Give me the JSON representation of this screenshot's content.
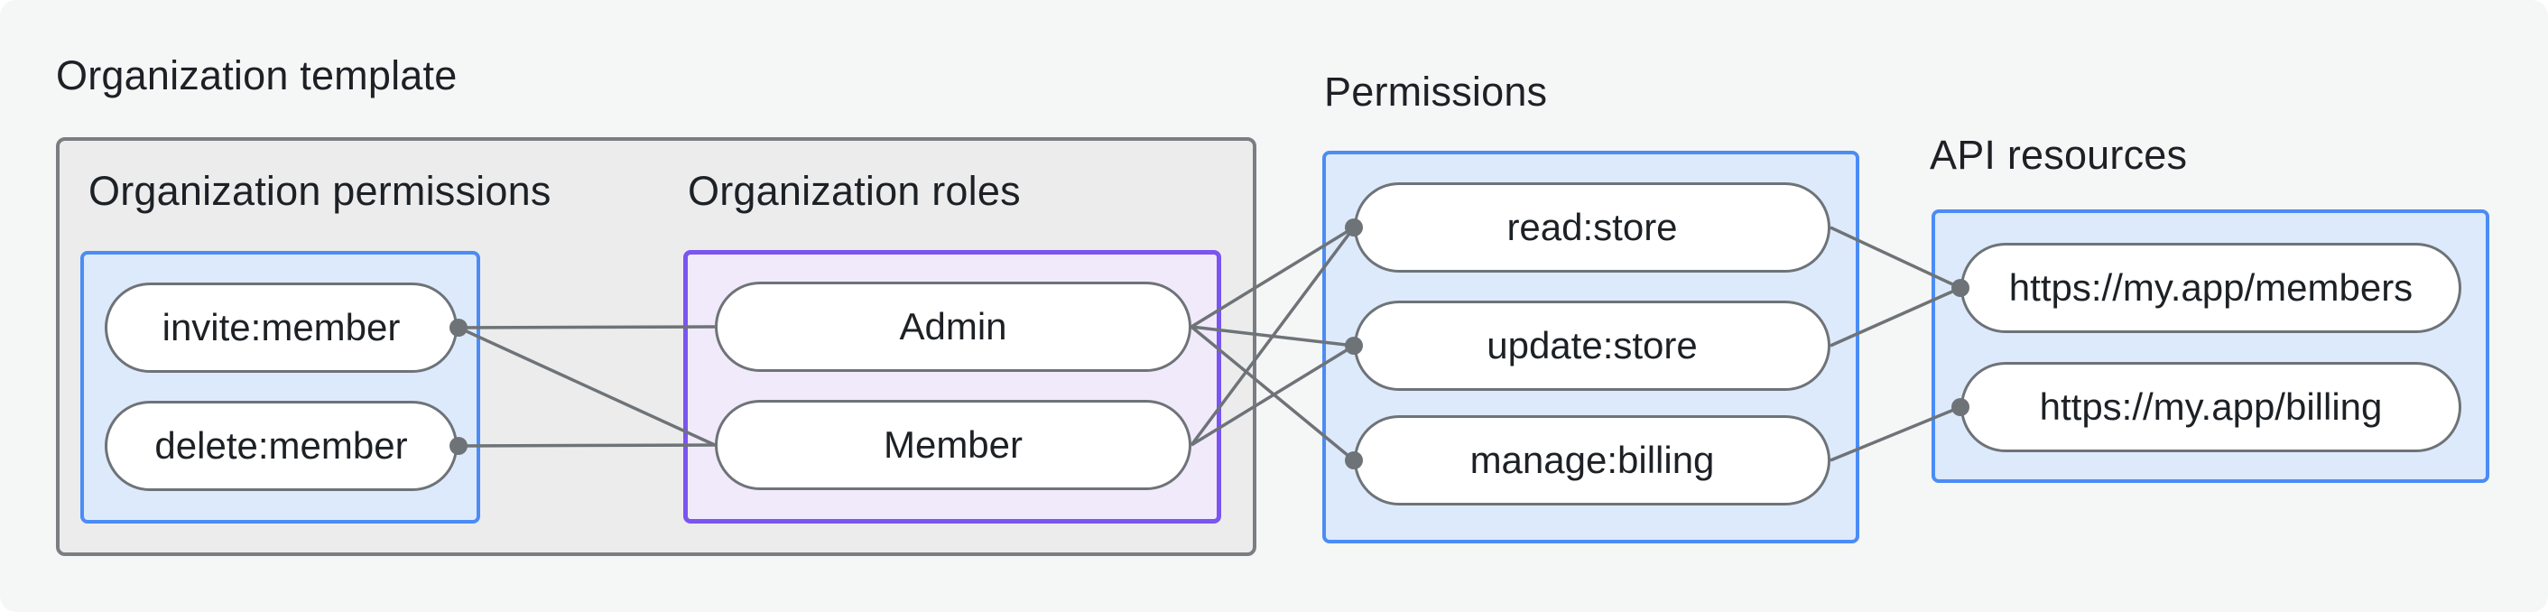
{
  "diagram": {
    "title": "Organization template",
    "groups": {
      "organization_template": {
        "label": "Organization template"
      },
      "organization_permissions": {
        "label": "Organization permissions"
      },
      "organization_roles": {
        "label": "Organization roles"
      },
      "permissions": {
        "label": "Permissions"
      },
      "api_resources": {
        "label": "API resources"
      }
    },
    "nodes": {
      "invite": {
        "label": "invite:member",
        "group": "organization_permissions"
      },
      "delete": {
        "label": "delete:member",
        "group": "organization_permissions"
      },
      "admin": {
        "label": "Admin",
        "group": "organization_roles"
      },
      "member": {
        "label": "Member",
        "group": "organization_roles"
      },
      "read": {
        "label": "read:store",
        "group": "permissions"
      },
      "update": {
        "label": "update:store",
        "group": "permissions"
      },
      "manage": {
        "label": "manage:billing",
        "group": "permissions"
      },
      "members_api": {
        "label": "https://my.app/members",
        "group": "api_resources"
      },
      "billing_api": {
        "label": "https://my.app/billing",
        "group": "api_resources"
      }
    },
    "connections": [
      {
        "from": "invite",
        "to": "admin"
      },
      {
        "from": "invite",
        "to": "member"
      },
      {
        "from": "delete",
        "to": "member"
      },
      {
        "from": "admin",
        "to": "read"
      },
      {
        "from": "admin",
        "to": "update"
      },
      {
        "from": "admin",
        "to": "manage"
      },
      {
        "from": "member",
        "to": "read"
      },
      {
        "from": "member",
        "to": "update"
      },
      {
        "from": "read",
        "to": "members_api"
      },
      {
        "from": "update",
        "to": "members_api"
      },
      {
        "from": "manage",
        "to": "billing_api"
      }
    ],
    "colors": {
      "page_background": "#f5f6f6",
      "template_box_fill": "#ececed",
      "template_box_border": "#7a7e83",
      "blue_box_fill": "#ddeafc",
      "blue_box_border": "#4b8cf5",
      "purple_box_fill": "#f1eafb",
      "purple_box_border": "#7a55f0",
      "pill_border": "#6e7377",
      "edge": "#6e7377",
      "dot": "#6e7377",
      "text": "#1d2125"
    }
  }
}
